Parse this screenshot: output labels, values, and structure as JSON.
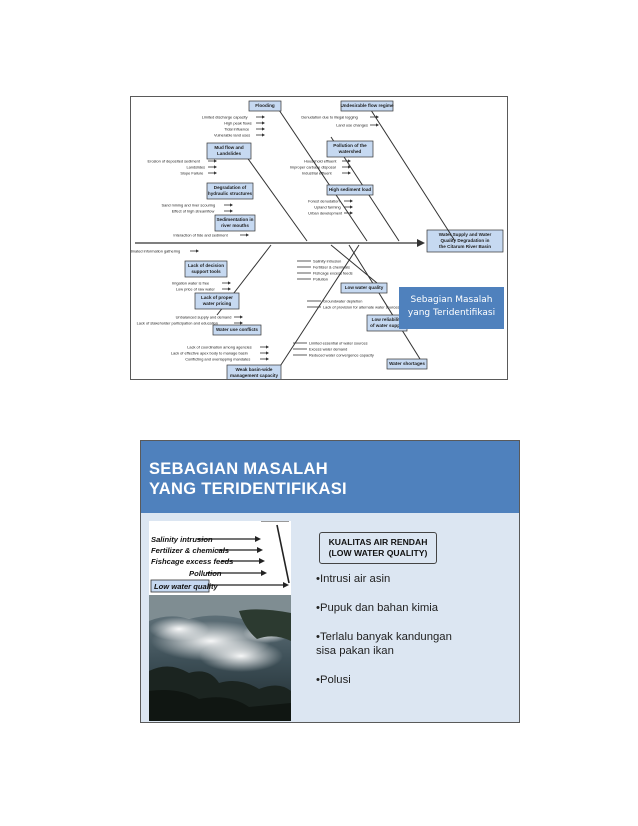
{
  "slide1": {
    "fishbone": {
      "head": "Water Supply and Water Quality Degradation in the Citarum River Basin",
      "top_left_boxes": [
        "Flooding",
        "Mud flow and Landslides",
        "Degradation of hydraulic structures",
        "Sedimentation in river mouths"
      ],
      "top_right_boxes": [
        "Undesirable flow regime",
        "Pollution of the watershed",
        "High sediment load"
      ],
      "bottom_left_boxes": [
        "Lack of decision support tools",
        "Lack of proper water pricing",
        "Water use conflicts",
        "Weak basin-wide management capacity"
      ],
      "bottom_right_boxes": [
        "Low water quality",
        "Low reliability of water supply",
        "Water shortages"
      ],
      "causes_flooding": [
        "Limited discharge capacity",
        "High peak flows",
        "Tidal influence",
        "Vulnerable land uses"
      ],
      "causes_mudflow": [
        "Erosion of deposited sediment",
        "Landslides",
        "Slope Failure"
      ],
      "causes_degradation": [
        "Sand mining and river scouring",
        "Effect of high streamflow"
      ],
      "causes_sedimentation": [
        "Interaction of tide and sediment"
      ],
      "causes_flow_regime": [
        "Denudation due to illegal logging",
        "Land use changes"
      ],
      "causes_pollution": [
        "Household effluent",
        "Improper carbase disposal",
        "Industrial effluent"
      ],
      "causes_sediment_load": [
        "Forest denudation",
        "Upland farming",
        "Urban development"
      ],
      "causes_decision": [
        "Uncoordinated information gathering"
      ],
      "causes_pricing": [
        "Irrigation water is free",
        "Low price of raw water"
      ],
      "causes_conflicts": [
        "Unbalanced supply and demand",
        "Lack of stakeholder participation and education"
      ],
      "causes_capacity": [
        "Lack of coordination among agencies",
        "Lack of effective apex body to manage basin",
        "Conflicting and overlapping mandates"
      ],
      "causes_quality": [
        "Salinity intrusion",
        "Fertilizer & chemicals",
        "Fishcage excess feeds",
        "Pollution"
      ],
      "causes_reliability": [
        "Groundwater depletion",
        "Lack of provision for alternate water sources"
      ],
      "causes_shortages": [
        "Limited essential of water sources",
        "Excess water demand",
        "Reduced water convergence capacity"
      ]
    },
    "callout": {
      "line1": "Sebagian Masalah",
      "line2": "yang Teridentifikasi"
    }
  },
  "slide2": {
    "title_line1": "SEBAGIAN MASALAH",
    "title_line2": "YANG TERIDENTIFIKASI",
    "photo": {
      "labels": [
        "Salinity intrusion",
        "Fertilizer & chemicals",
        "Fishcage excess feeds",
        "Pollution"
      ],
      "box_label": "Low water quality"
    },
    "box_line1": "KUALITAS AIR RENDAH",
    "box_line2": "(LOW WATER QUALITY)",
    "bullets": [
      "•Intrusi air asin",
      "•Pupuk dan bahan kimia",
      "•Terlalu banyak kandungan sisa pakan ikan",
      "•Polusi"
    ]
  },
  "colors": {
    "accent": "#4f81bd",
    "slide_bg": "#dce6f2",
    "fishbone_box": "#c6d9f1"
  }
}
